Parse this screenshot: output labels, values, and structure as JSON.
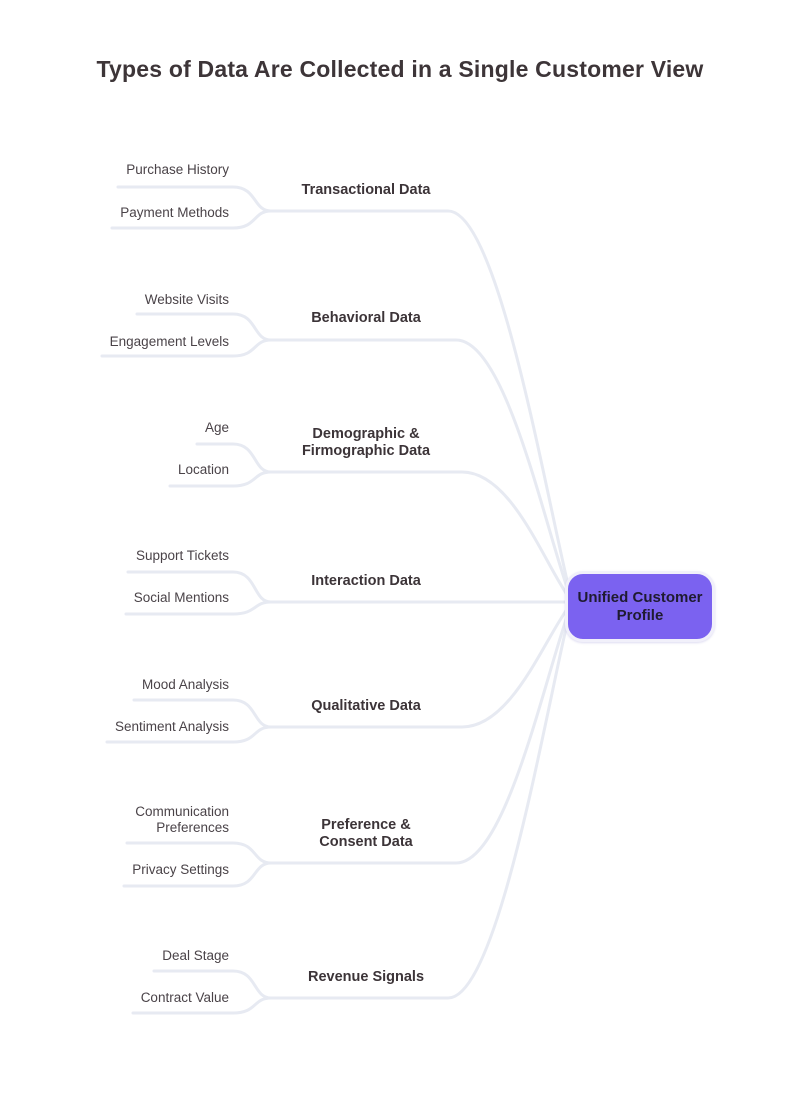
{
  "title": "Types of Data Are Collected in a Single Customer View",
  "root": {
    "label": "Unified Customer\nProfile"
  },
  "colors": {
    "accent": "#7b62f0",
    "root_border": "#f1f0fa",
    "root_text": "#1f1b30",
    "line": "#e7eaf2",
    "title_text": "#3d3538",
    "branch_text": "#3c3438",
    "leaf_text": "#4a4348",
    "background": "#ffffff"
  },
  "branches": [
    {
      "label": "Transactional Data",
      "children": [
        "Purchase History",
        "Payment Methods"
      ]
    },
    {
      "label": "Behavioral Data",
      "children": [
        "Website Visits",
        "Engagement Levels"
      ]
    },
    {
      "label": "Demographic &\nFirmographic Data",
      "children": [
        "Age",
        "Location"
      ]
    },
    {
      "label": "Interaction Data",
      "children": [
        "Support Tickets",
        "Social Mentions"
      ]
    },
    {
      "label": "Qualitative Data",
      "children": [
        "Mood Analysis",
        "Sentiment Analysis"
      ]
    },
    {
      "label": "Preference &\nConsent Data",
      "children": [
        "Communication\nPreferences",
        "Privacy Settings"
      ]
    },
    {
      "label": "Revenue Signals",
      "children": [
        "Deal Stage",
        "Contract Value"
      ]
    }
  ]
}
